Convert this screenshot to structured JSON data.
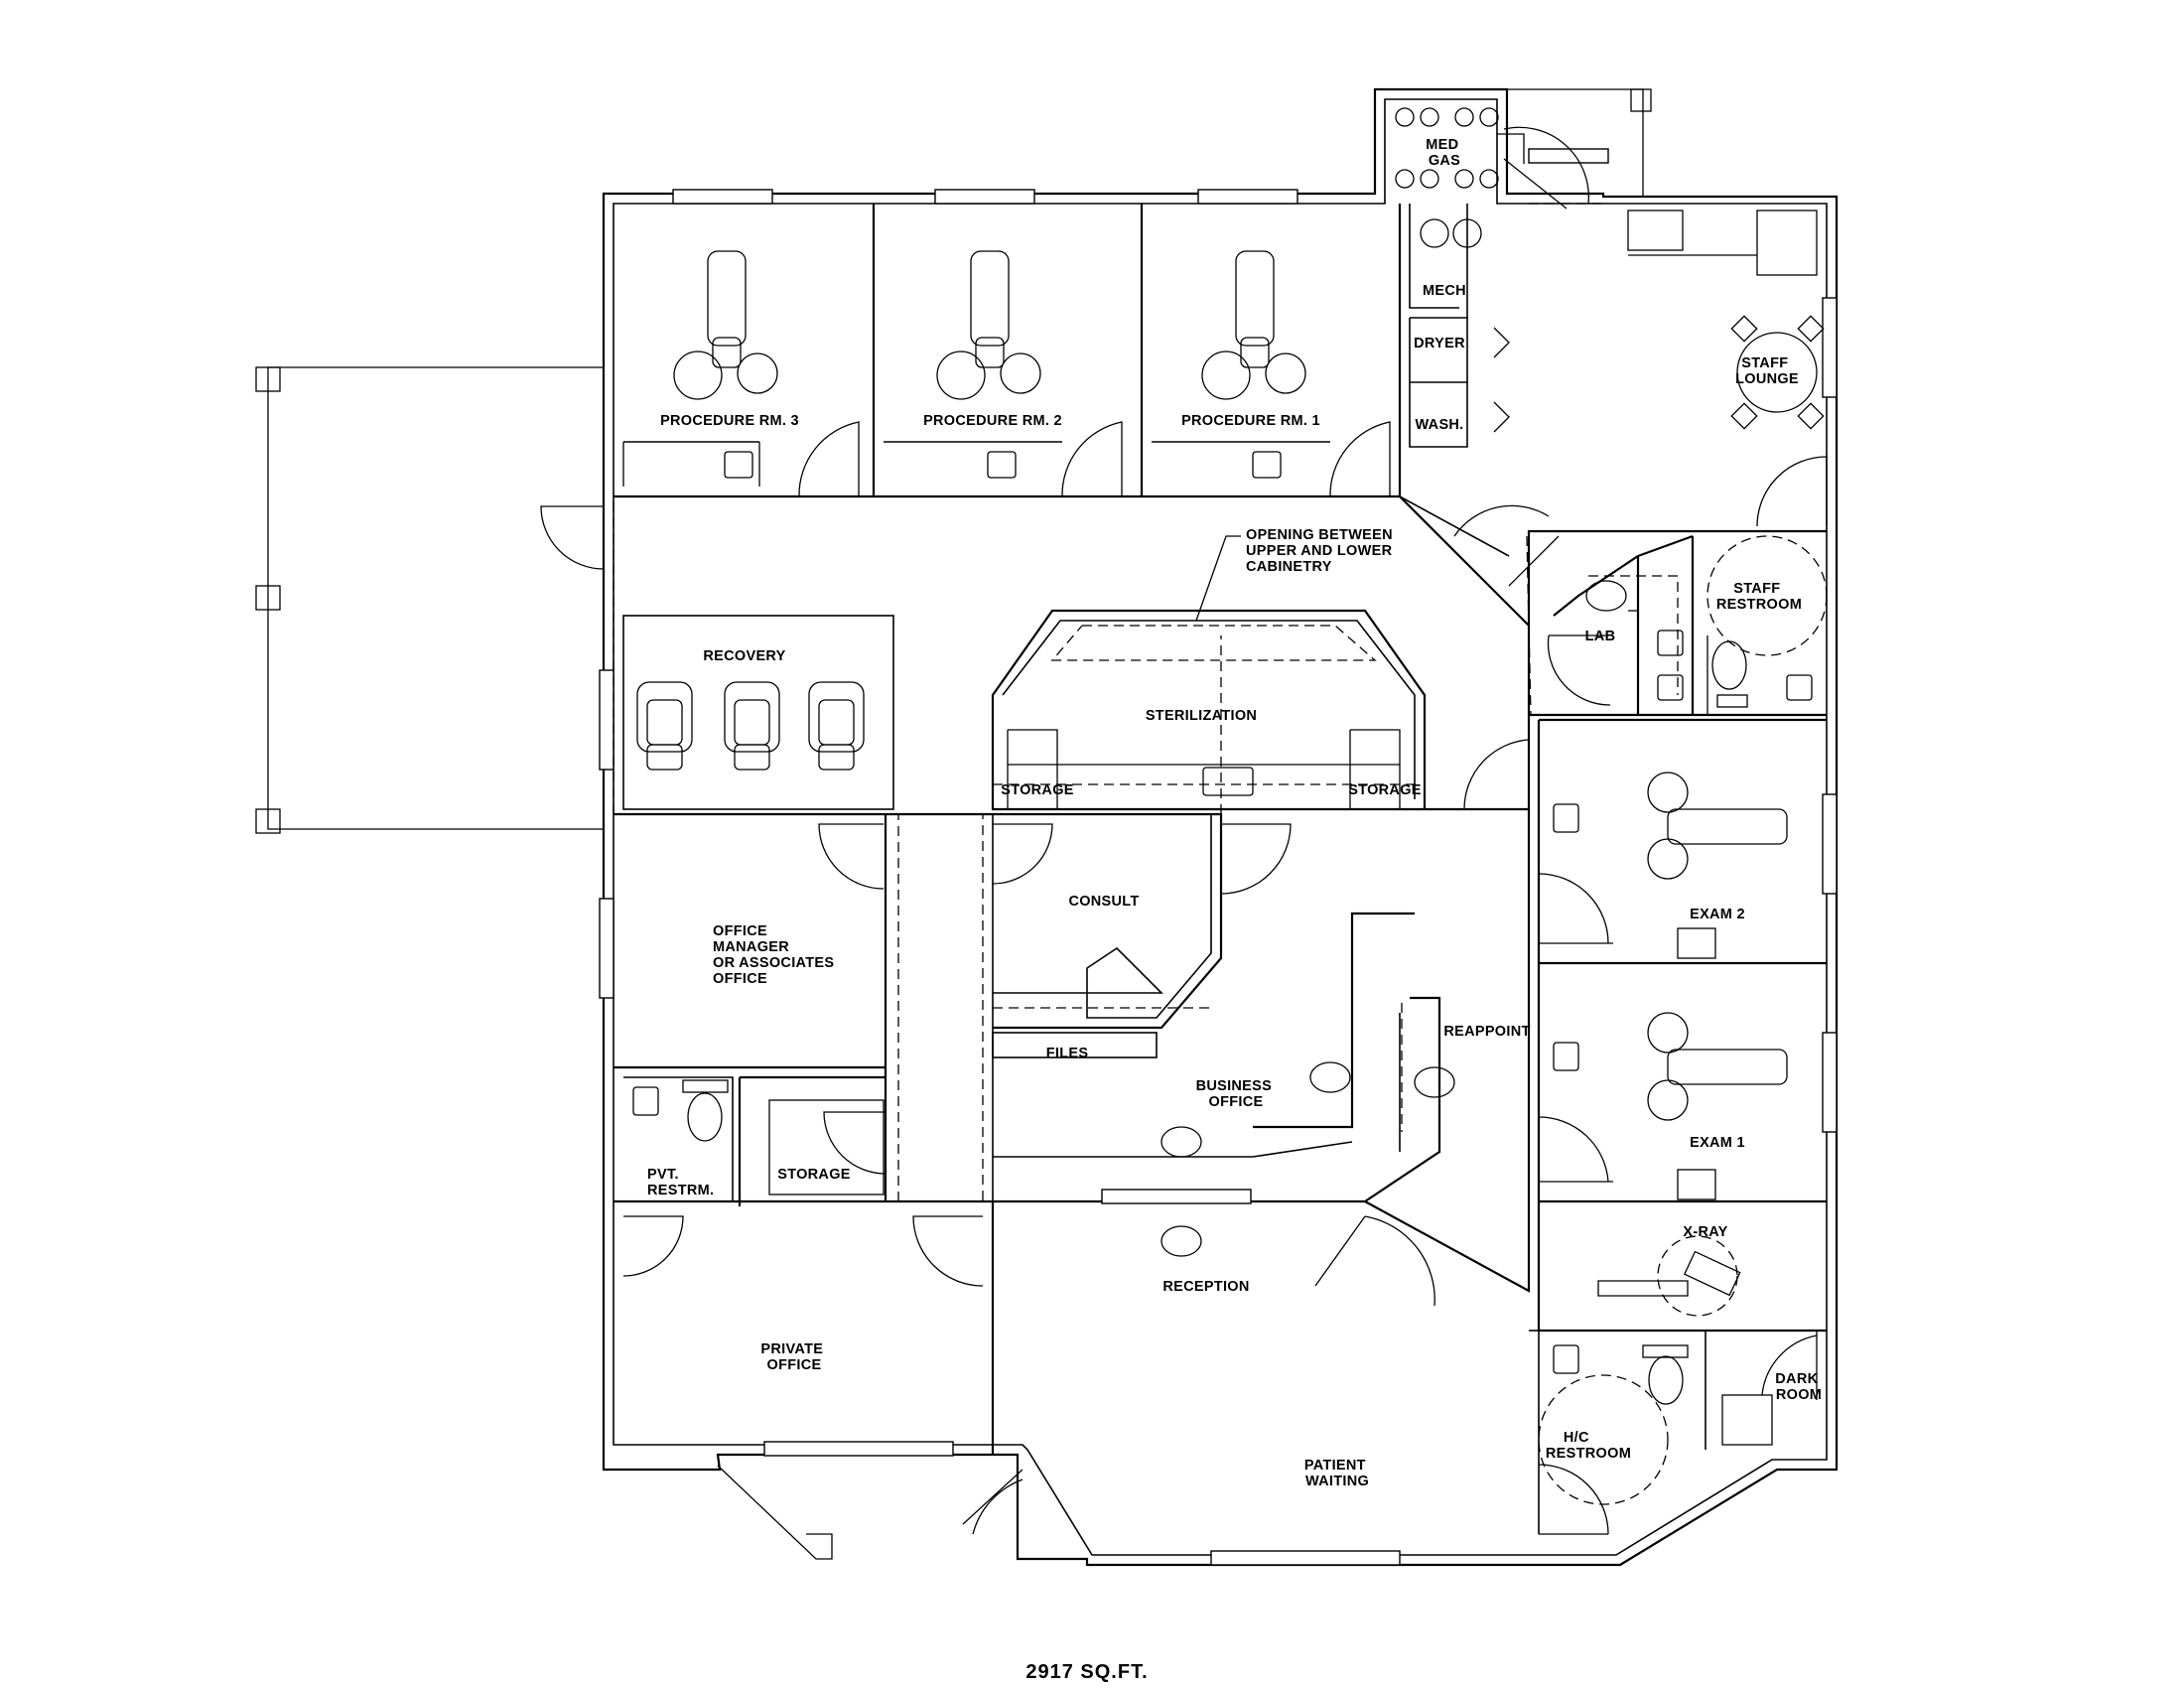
{
  "rooms": {
    "med_gas": [
      "MED",
      "GAS"
    ],
    "mech": "MECH",
    "dryer": "DRYER",
    "wash": "WASH.",
    "staff_lounge": [
      "STAFF",
      "LOUNGE"
    ],
    "procedure_3": "PROCEDURE RM. 3",
    "procedure_2": "PROCEDURE RM. 2",
    "procedure_1": "PROCEDURE RM. 1",
    "opening_note": [
      "OPENING BETWEEN",
      "UPPER AND LOWER",
      "CABINETRY"
    ],
    "lab": "LAB",
    "staff_restroom": [
      "STAFF",
      "RESTROOM"
    ],
    "recovery": "RECOVERY",
    "sterilization": "STERILIZATION",
    "storage_left": "STORAGE",
    "storage_right": "STORAGE",
    "consult": "CONSULT",
    "exam_2": "EXAM 2",
    "office_manager": [
      "OFFICE",
      "MANAGER",
      "OR ASSOCIATES",
      "OFFICE"
    ],
    "reappoint": "REAPPOINT",
    "files": "FILES",
    "business_office": [
      "BUSINESS",
      "OFFICE"
    ],
    "exam_1": "EXAM 1",
    "pvt_restroom": [
      "PVT.",
      "RESTRM."
    ],
    "storage_lower": "STORAGE",
    "xray": "X-RAY",
    "reception": "RECEPTION",
    "private_office": [
      "PRIVATE",
      "OFFICE"
    ],
    "dark_room": [
      "DARK",
      "ROOM"
    ],
    "hc_restroom": [
      "H/C",
      "RESTROOM"
    ],
    "patient_waiting": [
      "PATIENT",
      "WAITING"
    ]
  },
  "area_label": "2917 SQ.FT."
}
